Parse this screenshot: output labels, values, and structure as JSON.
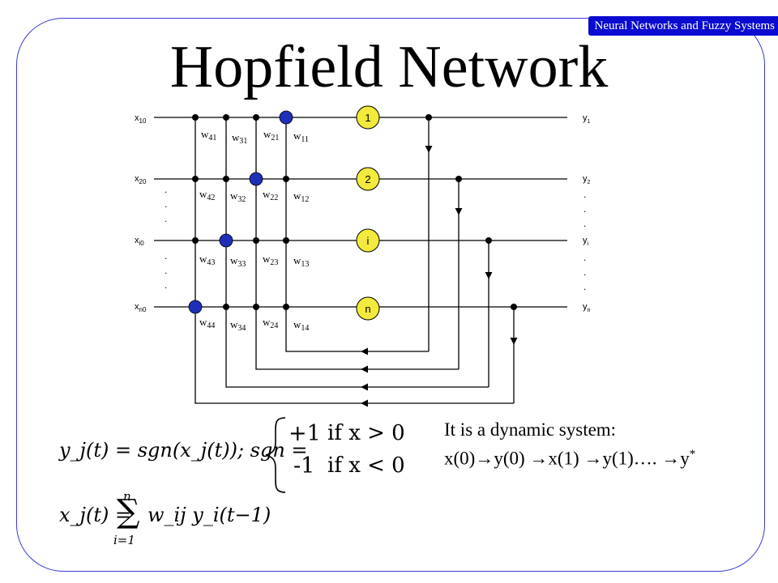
{
  "header": {
    "course_label": "Neural Networks and Fuzzy Systems",
    "title": "Hopfield Network"
  },
  "diagram": {
    "inputs": [
      {
        "base": "x",
        "sub": "10"
      },
      {
        "base": "x",
        "sub": "20"
      },
      {
        "base": "x",
        "sub": "i0"
      },
      {
        "base": "x",
        "sub": "n0"
      }
    ],
    "neurons": [
      "1",
      "2",
      "i",
      "n"
    ],
    "outputs": [
      {
        "base": "y",
        "sub": "1"
      },
      {
        "base": "y",
        "sub": "2"
      },
      {
        "base": "y",
        "sub": "i"
      },
      {
        "base": "y",
        "sub": "n"
      }
    ],
    "weights": [
      [
        "41",
        "31",
        "21",
        "11"
      ],
      [
        "42",
        "32",
        "22",
        "12"
      ],
      [
        "43",
        "33",
        "23",
        "13"
      ],
      [
        "44",
        "34",
        "24",
        "14"
      ]
    ],
    "weight_symbol": "w",
    "ellipsis_dot": "."
  },
  "dynamics": {
    "line1": "It is a dynamic system:",
    "line2": "x(0)→y(0) →x(1) →y(1)…. →y",
    "line2_sup": "*"
  },
  "equations": {
    "sgn_lhs": "y_j(t) = sgn(x_j(t));  sgn =",
    "case1_value": "+1",
    "case1_cond": "if x > 0",
    "case2_value": "-1",
    "case2_cond": "if x < 0",
    "sum_lhs": "x_j(t) =",
    "sum_upper": "n",
    "sum_lower": "i=1",
    "sum_term": "w_ij y_i(t−1)"
  },
  "colors": {
    "accent_blue": "#0b0bd0",
    "diagonal_node": "#1f2fb8",
    "neuron_fill": "#f2ea3c",
    "line": "#000000"
  }
}
